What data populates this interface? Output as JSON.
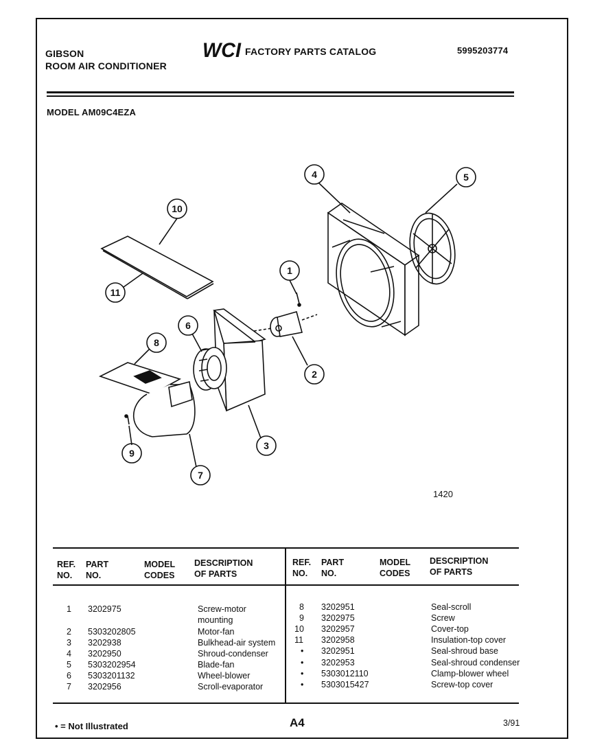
{
  "header": {
    "brand": "GIBSON",
    "product": "ROOM AIR CONDITIONER",
    "catalog_logo": "WCI",
    "catalog_title": "FACTORY PARTS CATALOG",
    "catalog_number": "5995203774",
    "model_label": "MODEL AM09C4EZA"
  },
  "diagram": {
    "callouts": [
      "1",
      "2",
      "3",
      "4",
      "5",
      "6",
      "7",
      "8",
      "9",
      "10",
      "11"
    ],
    "figure_number": "1420"
  },
  "table": {
    "headers_left": {
      "ref": "REF.",
      "ref2": "NO.",
      "part": "PART",
      "part2": "NO.",
      "model": "MODEL",
      "model2": "CODES",
      "desc": "DESCRIPTION",
      "desc2": "OF PARTS"
    },
    "headers_right": {
      "ref": "REF.",
      "ref2": "NO.",
      "part": "PART",
      "part2": "NO.",
      "model": "MODEL",
      "model2": "CODES",
      "desc": "DESCRIPTION",
      "desc2": "OF PARTS"
    },
    "left_rows": [
      {
        "ref": "1",
        "part": "3202975",
        "desc": "Screw-motor"
      },
      {
        "ref": "",
        "part": "",
        "desc": "mounting"
      },
      {
        "ref": "2",
        "part": "5303202805",
        "desc": "Motor-fan"
      },
      {
        "ref": "3",
        "part": "3202938",
        "desc": "Bulkhead-air system"
      },
      {
        "ref": "4",
        "part": "3202950",
        "desc": "Shroud-condenser"
      },
      {
        "ref": "5",
        "part": "5303202954",
        "desc": "Blade-fan"
      },
      {
        "ref": "6",
        "part": "5303201132",
        "desc": "Wheel-blower"
      },
      {
        "ref": "7",
        "part": "3202956",
        "desc": "Scroll-evaporator"
      }
    ],
    "right_rows": [
      {
        "ref": "8",
        "part": "3202951",
        "desc": "Seal-scroll"
      },
      {
        "ref": "9",
        "part": "3202975",
        "desc": "Screw"
      },
      {
        "ref": "10",
        "part": "3202957",
        "desc": "Cover-top"
      },
      {
        "ref": "11",
        "part": "3202958",
        "desc": "Insulation-top cover"
      },
      {
        "ref": "•",
        "part": "3202951",
        "desc": "Seal-shroud base"
      },
      {
        "ref": "•",
        "part": "3202953",
        "desc": "Seal-shroud condenser"
      },
      {
        "ref": "•",
        "part": "5303012110",
        "desc": "Clamp-blower wheel"
      },
      {
        "ref": "•",
        "part": "5303015427",
        "desc": "Screw-top cover"
      }
    ]
  },
  "footer": {
    "note": "• = Not Illustrated",
    "page": "A4",
    "date": "3/91"
  }
}
